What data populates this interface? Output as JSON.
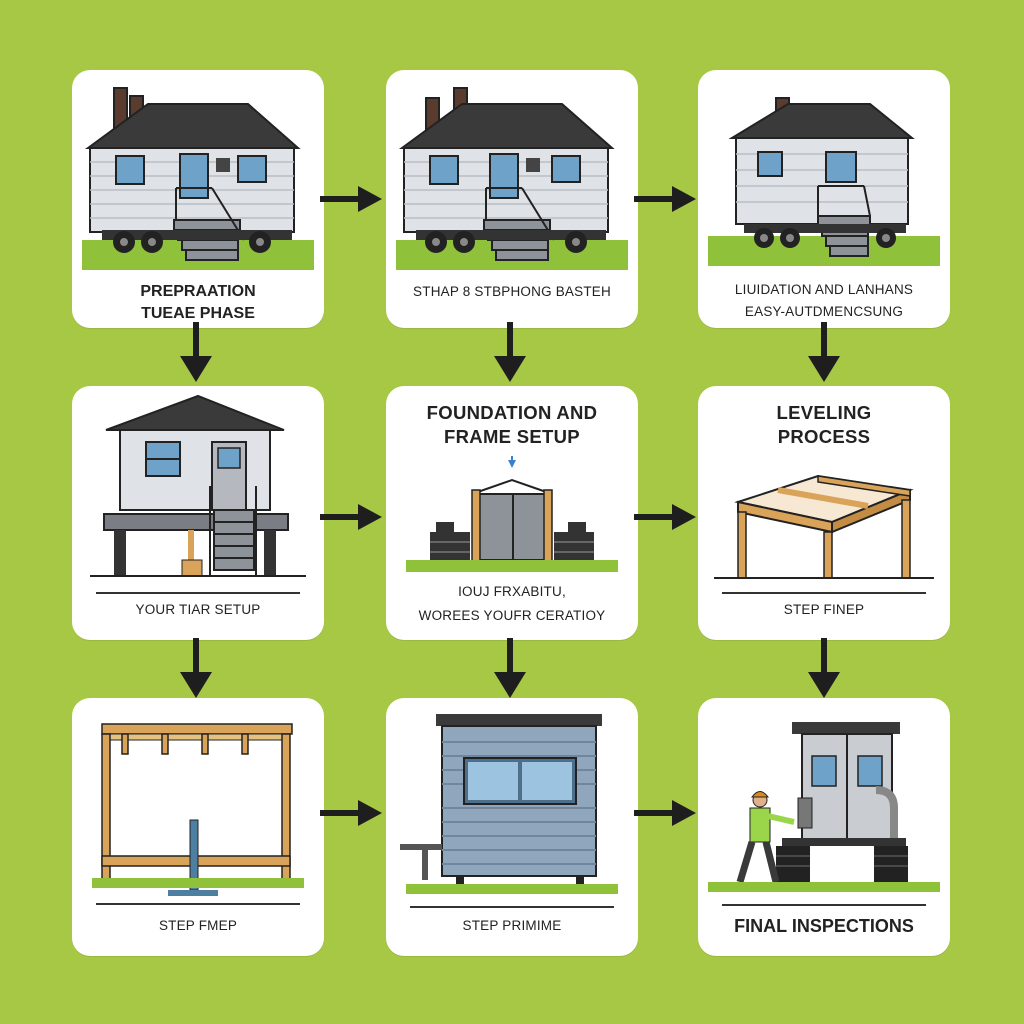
{
  "steps": [
    {
      "title_line1": "PREPRAATION",
      "title_line2": "TUEAE PHASE"
    },
    {
      "title_line1": "STHAP 8 STBPHONG BASTEH",
      "title_line2": ""
    },
    {
      "title_line1": "LIUIDATION AND LANHANS",
      "title_line2": "EASY-AUTDMENCSUNG"
    },
    {
      "title_line1": "YOUR TIAR SETUP",
      "title_line2": ""
    },
    {
      "heading_line1": "FOUNDATION AND",
      "heading_line2": "FRAME SETUP",
      "title_line1": "IOUJ FRXABITU,",
      "title_line2": "WOREES YOUFR CERATIOY"
    },
    {
      "heading_line1": "LEVELING",
      "heading_line2": "PROCESS",
      "title_line1": "STEP FINEP",
      "title_line2": ""
    },
    {
      "title_line1": "STEP FMEP",
      "title_line2": ""
    },
    {
      "title_line1": "STEP PRIMIME",
      "title_line2": ""
    },
    {
      "title_line1": "FINAL INSPECTIONS",
      "title_line2": ""
    }
  ],
  "colors": {
    "background": "#a6c845",
    "card": "#ffffff",
    "arrow": "#1e1e1e",
    "grass": "#8fc23a",
    "roof": "#3a3a3a",
    "siding": "#dfe2e6",
    "wood": "#d9a45a",
    "worker_shirt": "#9bd64a"
  },
  "icons": [
    "mobile-home-icon",
    "stilt-house-icon",
    "jacks-frame-icon",
    "wood-frame-icon",
    "post-frame-icon",
    "container-home-icon",
    "worker-icon"
  ]
}
